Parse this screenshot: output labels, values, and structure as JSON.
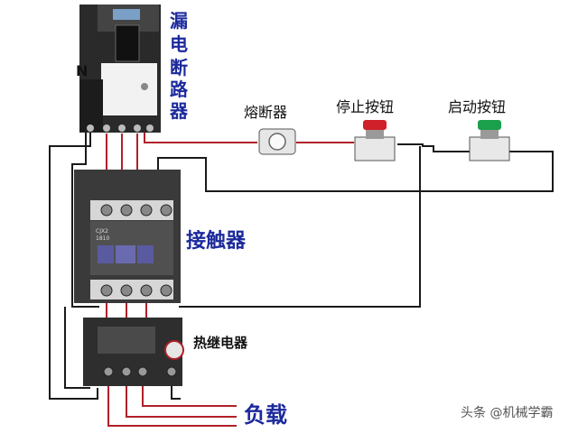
{
  "labels": {
    "breaker_chars": [
      "漏",
      "电",
      "断",
      "路",
      "器"
    ],
    "neutral": "N",
    "fuse": "熔断器",
    "stop_button": "停止按钮",
    "start_button": "启动按钮",
    "contactor": "接触器",
    "contactor_model": "CJX2",
    "contactor_part": "1810",
    "thermal_relay": "热继电器",
    "load": "负载",
    "watermark": "头条 @机械学霸"
  },
  "colors": {
    "label_blue": "#1c2a9c",
    "wire_dark": "#1a1a1a",
    "wire_red": "#b0202a",
    "stop_cap": "#d0202a",
    "start_cap": "#1aa04a",
    "device_gray": "#3c3c3c",
    "device_light": "#d8d8d8"
  }
}
